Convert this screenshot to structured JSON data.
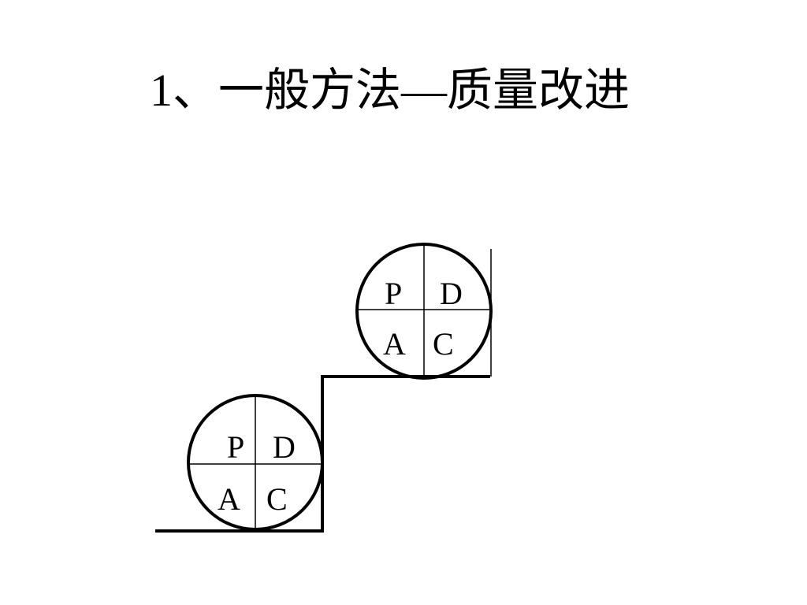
{
  "slide": {
    "title": "1、一般方法—质量改进"
  },
  "diagram": {
    "cycles": [
      {
        "p": "P",
        "d": "D",
        "a": "A",
        "c": "C"
      },
      {
        "p": "P",
        "d": "D",
        "a": "A",
        "c": "C"
      }
    ],
    "line_color": "#000000"
  }
}
